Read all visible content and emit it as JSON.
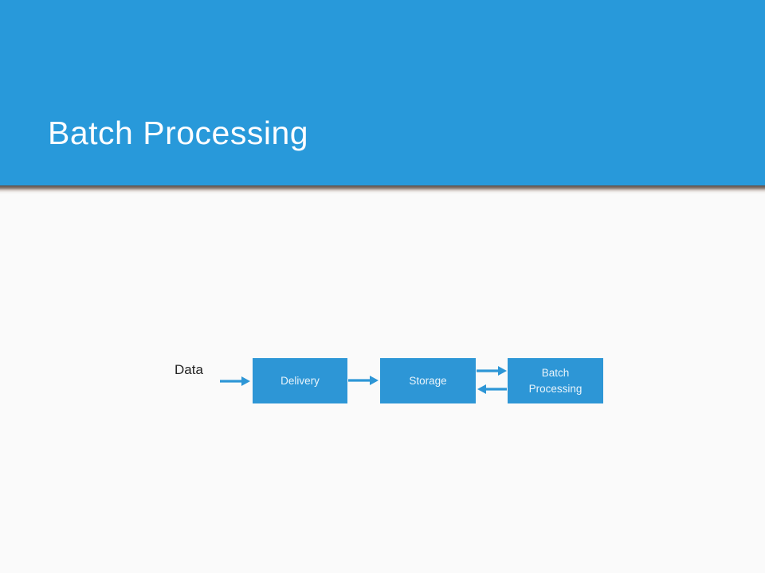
{
  "slide": {
    "title": "Batch Processing"
  },
  "diagram": {
    "data_label": "Data",
    "nodes": [
      {
        "id": "delivery",
        "label": "Delivery"
      },
      {
        "id": "storage",
        "label": "Storage"
      },
      {
        "id": "batch-processing",
        "label": "Batch Processing"
      }
    ],
    "arrows": [
      {
        "from": "data",
        "to": "delivery",
        "direction": "right"
      },
      {
        "from": "delivery",
        "to": "storage",
        "direction": "right"
      },
      {
        "from": "storage",
        "to": "batch-processing",
        "direction": "right"
      },
      {
        "from": "batch-processing",
        "to": "storage",
        "direction": "left"
      }
    ]
  },
  "colors": {
    "header_blue": "#2899da",
    "box_blue": "#2d96d6",
    "background": "#fafafa",
    "title_text": "#fcfdff",
    "box_text": "#e9f4fb",
    "data_label_text": "#232323"
  }
}
